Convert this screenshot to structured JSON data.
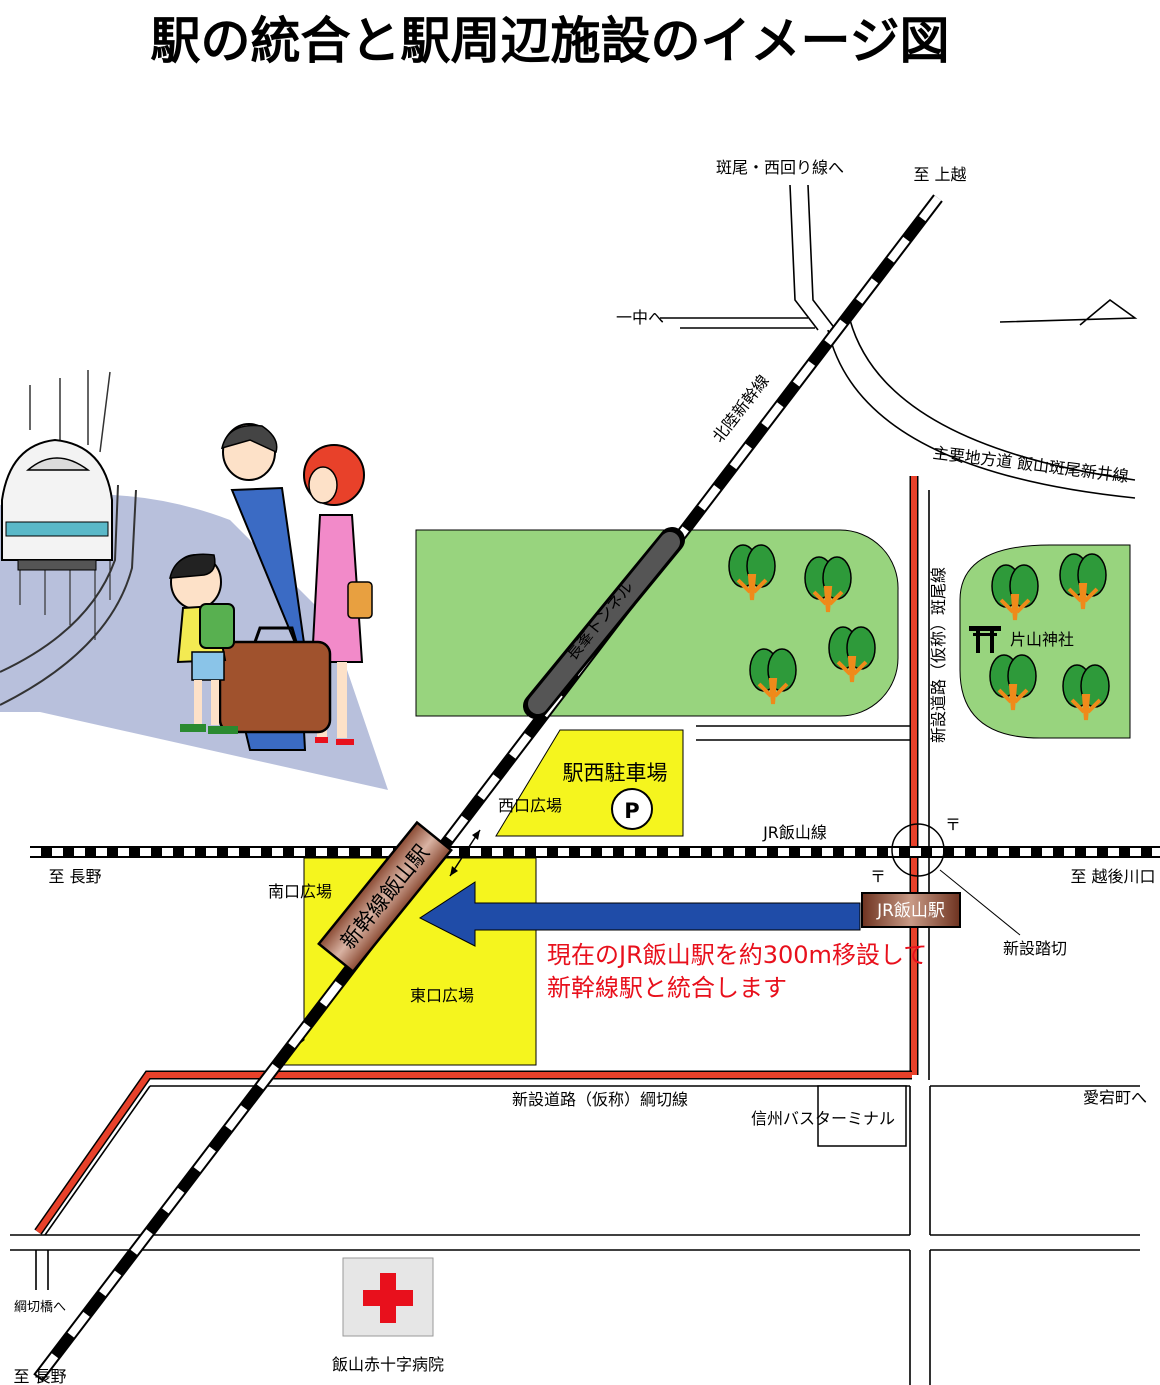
{
  "title": "駅の統合と駅周辺施設のイメージ図",
  "colors": {
    "park": "#98d47e",
    "plaza": "#f5f51e",
    "new_road": "#e8412a",
    "arrow": "#1f4ca8",
    "station_box": "#8a4a33",
    "note_red": "#e8101c",
    "platform_shadow": "#b8c0dc"
  },
  "labels": {
    "madara_nishimawari": "斑尾・西回り線へ",
    "to_joetsu": "至 上越",
    "ichichu": "一中へ",
    "hokuriku_shinkansen": "北陸新幹線",
    "main_road": "主要地方道 飯山斑尾新井線",
    "nagamine_tunnel": "長峯トンネル",
    "madara_road": "新設道路（仮称）斑尾線",
    "katayama_shrine": "片山神社",
    "west_parking": "駅西駐車場",
    "parking_mark": "P",
    "west_plaza": "西口広場",
    "jr_iiyama_line": "JR飯山線",
    "to_nagano": "至 長野",
    "to_echigo_kawaguchi": "至 越後川口",
    "south_plaza": "南口広場",
    "shinkansen_station": "新幹線飯山駅",
    "jr_station": "JR飯山駅",
    "new_crossing": "新設踏切",
    "note_line1": "現在のJR飯山駅を約300m移設して",
    "note_line2": "新幹線駅と統合します",
    "east_plaza": "東口広場",
    "tsunakiri_road": "新設道路（仮称）綱切線",
    "atagocho": "愛宕町へ",
    "bus_terminal": "信州バスターミナル",
    "tsunakiribashi": "綱切橋へ",
    "to_nagano_bottom": "至 長野",
    "hospital": "飯山赤十字病院"
  },
  "icons": {
    "shrine": "torii-gate-icon",
    "post_office": "post-office-icon",
    "hospital": "red-cross-icon",
    "parking": "parking-icon",
    "trees": "tree-icon"
  }
}
